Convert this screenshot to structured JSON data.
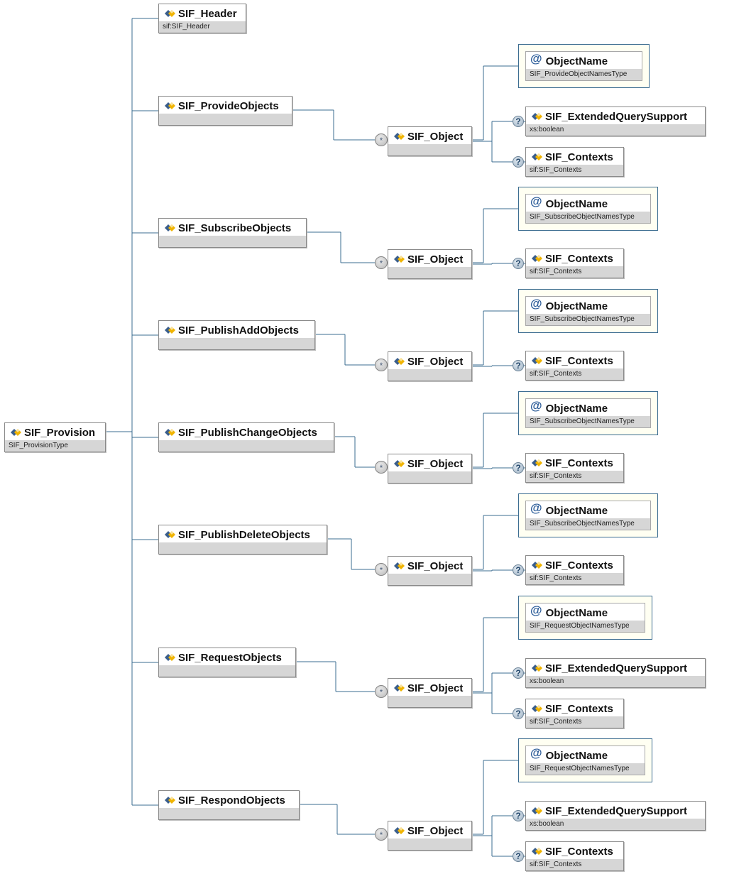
{
  "root": {
    "name": "SIF_Provision",
    "type": "SIF_ProvisionType"
  },
  "children": [
    {
      "name": "SIF_Header",
      "type": "sif:SIF_Header"
    },
    {
      "name": "SIF_ProvideObjects",
      "type": "",
      "object": {
        "name": "SIF_Object",
        "cardinality": "*",
        "attribute": {
          "marker": "@",
          "name": "ObjectName",
          "type": "SIF_ProvideObjectNamesType"
        },
        "items": [
          {
            "name": "SIF_ExtendedQuerySupport",
            "type": "xs:boolean",
            "optional": "?"
          },
          {
            "name": "SIF_Contexts",
            "type": "sif:SIF_Contexts",
            "optional": "?"
          }
        ]
      }
    },
    {
      "name": "SIF_SubscribeObjects",
      "type": "",
      "object": {
        "name": "SIF_Object",
        "cardinality": "*",
        "attribute": {
          "marker": "@",
          "name": "ObjectName",
          "type": "SIF_SubscribeObjectNamesType"
        },
        "items": [
          {
            "name": "SIF_Contexts",
            "type": "sif:SIF_Contexts",
            "optional": "?"
          }
        ]
      }
    },
    {
      "name": "SIF_PublishAddObjects",
      "type": "",
      "object": {
        "name": "SIF_Object",
        "cardinality": "*",
        "attribute": {
          "marker": "@",
          "name": "ObjectName",
          "type": "SIF_SubscribeObjectNamesType"
        },
        "items": [
          {
            "name": "SIF_Contexts",
            "type": "sif:SIF_Contexts",
            "optional": "?"
          }
        ]
      }
    },
    {
      "name": "SIF_PublishChangeObjects",
      "type": "",
      "object": {
        "name": "SIF_Object",
        "cardinality": "*",
        "attribute": {
          "marker": "@",
          "name": "ObjectName",
          "type": "SIF_SubscribeObjectNamesType"
        },
        "items": [
          {
            "name": "SIF_Contexts",
            "type": "sif:SIF_Contexts",
            "optional": "?"
          }
        ]
      }
    },
    {
      "name": "SIF_PublishDeleteObjects",
      "type": "",
      "object": {
        "name": "SIF_Object",
        "cardinality": "*",
        "attribute": {
          "marker": "@",
          "name": "ObjectName",
          "type": "SIF_SubscribeObjectNamesType"
        },
        "items": [
          {
            "name": "SIF_Contexts",
            "type": "sif:SIF_Contexts",
            "optional": "?"
          }
        ]
      }
    },
    {
      "name": "SIF_RequestObjects",
      "type": "",
      "object": {
        "name": "SIF_Object",
        "cardinality": "*",
        "attribute": {
          "marker": "@",
          "name": "ObjectName",
          "type": "SIF_RequestObjectNamesType"
        },
        "items": [
          {
            "name": "SIF_ExtendedQuerySupport",
            "type": "xs:boolean",
            "optional": "?"
          },
          {
            "name": "SIF_Contexts",
            "type": "sif:SIF_Contexts",
            "optional": "?"
          }
        ]
      }
    },
    {
      "name": "SIF_RespondObjects",
      "type": "",
      "object": {
        "name": "SIF_Object",
        "cardinality": "*",
        "attribute": {
          "marker": "@",
          "name": "ObjectName",
          "type": "SIF_RequestObjectNamesType"
        },
        "items": [
          {
            "name": "SIF_ExtendedQuerySupport",
            "type": "xs:boolean",
            "optional": "?"
          },
          {
            "name": "SIF_Contexts",
            "type": "sif:SIF_Contexts",
            "optional": "?"
          }
        ]
      }
    }
  ],
  "colors": {
    "connector": "#3b6c90",
    "attribute_border": "#3b6c90",
    "attribute_background": "#fffff2",
    "type_band": "#d6d6d6"
  },
  "icons": {
    "element": "element-icon",
    "attribute": "attribute-icon",
    "optional": "optional-icon",
    "repeat": "repeat-icon"
  }
}
